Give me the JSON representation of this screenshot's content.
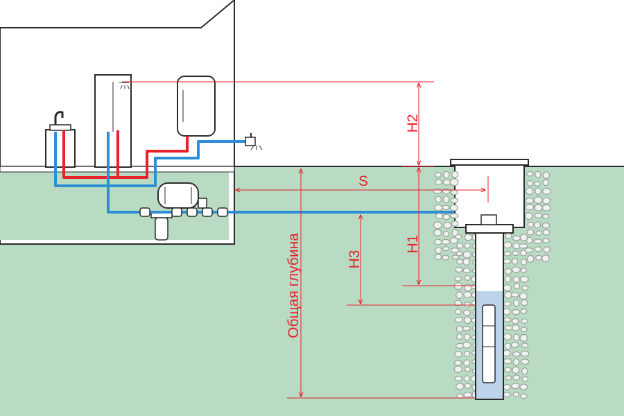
{
  "colors": {
    "ground": "#b9dbc3",
    "sky": "#ffffff",
    "house_interior": "#ffffff",
    "outline": "#2b2b2b",
    "cold_pipe": "#2c8fd6",
    "hot_pipe": "#e8202a",
    "dimension": "#e8202a",
    "well_water": "#bcd3ea",
    "gravel": "#9aa09b"
  },
  "labels": {
    "h1": "H1",
    "h2": "H2",
    "h3": "H3",
    "s": "S",
    "total_depth": "Общая глубина"
  },
  "icons": [
    "house",
    "sink-faucet",
    "shower",
    "water-heater",
    "garden-tap",
    "hydrophore-tank",
    "filter",
    "well-caisson",
    "submersible-pump",
    "gravel"
  ]
}
